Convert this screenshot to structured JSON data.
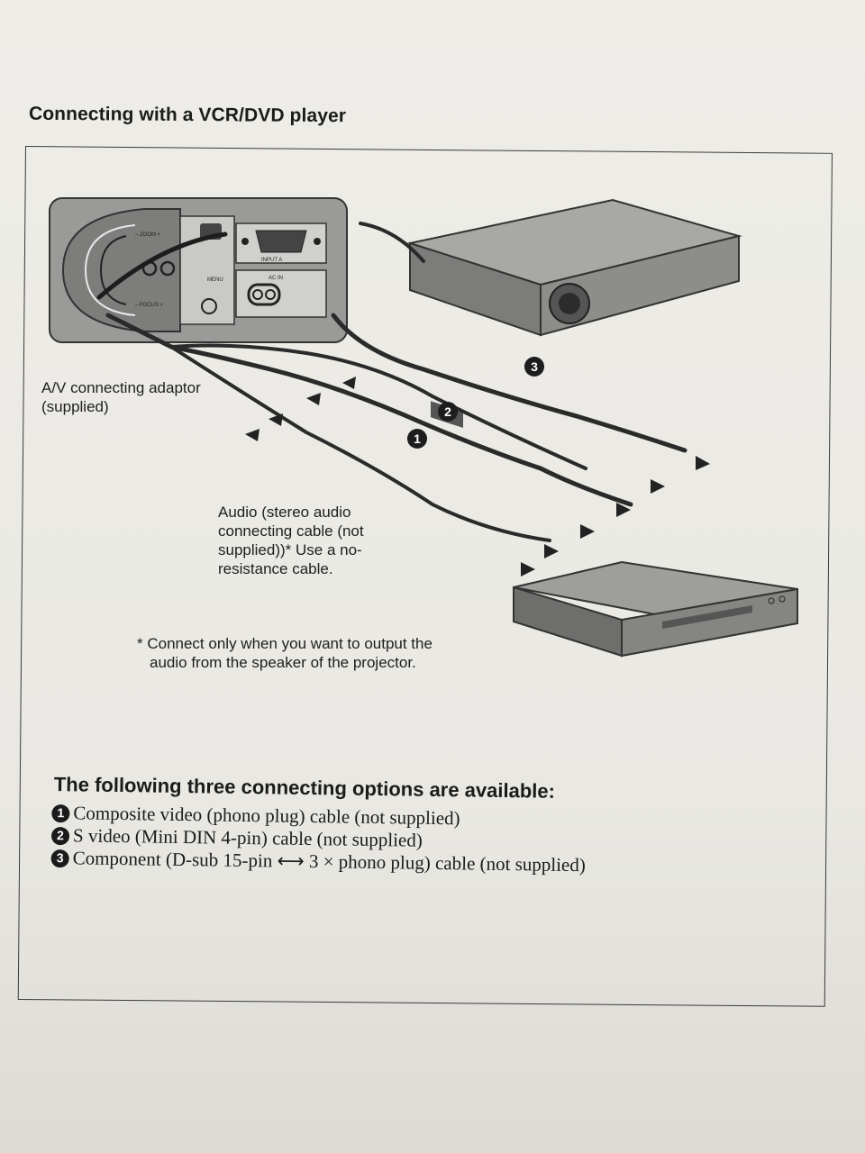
{
  "heading": "Connecting with a VCR/DVD player",
  "labels": {
    "adaptor": "A/V connecting adaptor (supplied)",
    "audio": "Audio (stereo audio connecting cable (not supplied))* Use a no-resistance cable.",
    "note_line1": "* Connect only when you want to output the",
    "note_line2": "audio from the speaker of the projector."
  },
  "panel": {
    "zoom": "– ZOOM +",
    "focus": "– FOCUS +",
    "input_a": "INPUT A",
    "ac_in": "AC IN",
    "menu": "MENU"
  },
  "badges": [
    "1",
    "2",
    "3"
  ],
  "options": {
    "title": "The following three connecting options are available:",
    "items": [
      {
        "num": "1",
        "text": "Composite video (phono plug) cable (not supplied)"
      },
      {
        "num": "2",
        "text": "S video (Mini DIN 4-pin) cable (not supplied)"
      },
      {
        "num": "3",
        "text": "Component (D-sub 15-pin ⟷ 3 × phono plug) cable (not supplied)"
      }
    ]
  }
}
